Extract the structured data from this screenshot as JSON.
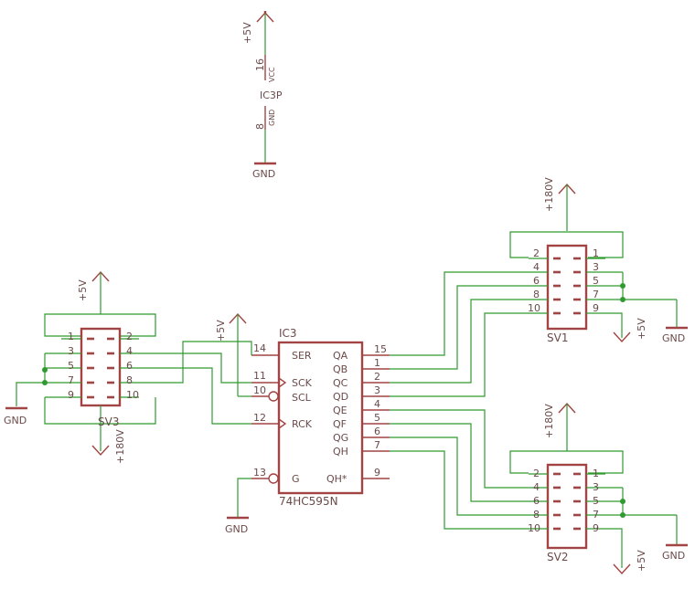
{
  "power": {
    "vcc5": "+5V",
    "v180": "+180V",
    "gnd": "GND"
  },
  "ic3p": {
    "label": "IC3P",
    "vcc_pin": "16",
    "vcc_name": "VCC",
    "gnd_pin": "8",
    "gnd_name": "GND"
  },
  "ic3": {
    "ref": "IC3",
    "part": "74HC595N",
    "left_pins": [
      {
        "num": "14",
        "name": "SER"
      },
      {
        "num": "11",
        "name": "SCK"
      },
      {
        "num": "10",
        "name": "SCL"
      },
      {
        "num": "12",
        "name": "RCK"
      },
      {
        "num": "13",
        "name": "G"
      }
    ],
    "right_pins": [
      {
        "num": "15",
        "name": "QA"
      },
      {
        "num": "1",
        "name": "QB"
      },
      {
        "num": "2",
        "name": "QC"
      },
      {
        "num": "3",
        "name": "QD"
      },
      {
        "num": "4",
        "name": "QE"
      },
      {
        "num": "5",
        "name": "QF"
      },
      {
        "num": "6",
        "name": "QG"
      },
      {
        "num": "7",
        "name": "QH"
      },
      {
        "num": "9",
        "name": "QH*"
      }
    ]
  },
  "connectors": {
    "sv1": {
      "name": "SV1",
      "left": [
        "2",
        "4",
        "6",
        "8",
        "10"
      ],
      "right": [
        "1",
        "3",
        "5",
        "7",
        "9"
      ]
    },
    "sv2": {
      "name": "SV2",
      "left": [
        "2",
        "4",
        "6",
        "8",
        "10"
      ],
      "right": [
        "1",
        "3",
        "5",
        "7",
        "9"
      ]
    },
    "sv3": {
      "name": "SV3",
      "left": [
        "1",
        "3",
        "5",
        "7",
        "9"
      ],
      "right": [
        "2",
        "4",
        "6",
        "8",
        "10"
      ]
    }
  }
}
